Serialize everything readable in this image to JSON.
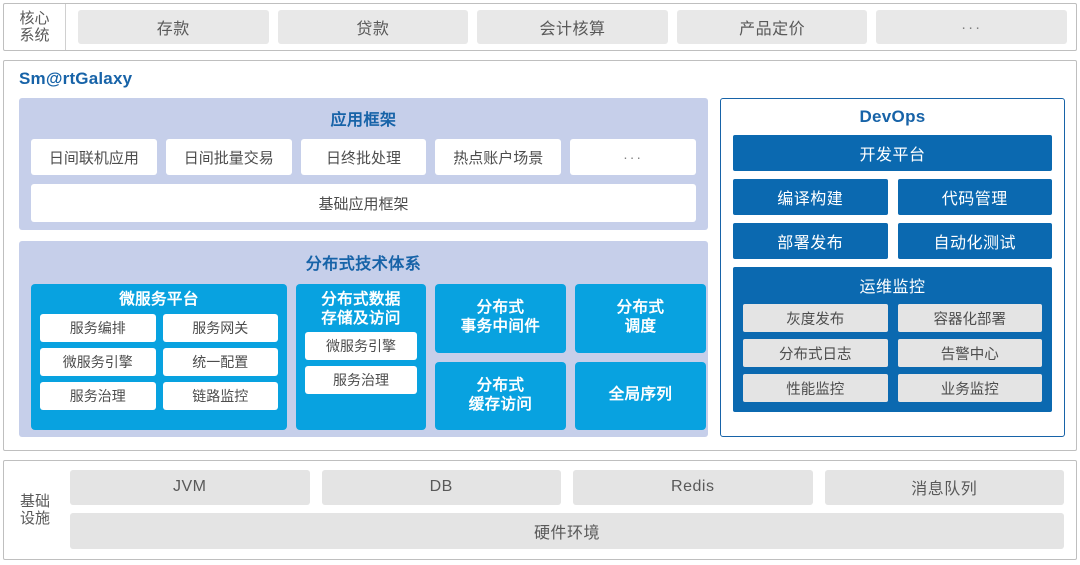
{
  "core_systems": {
    "label": "核心系统",
    "label_line1": "核心",
    "label_line2": "系统",
    "tabs": [
      {
        "label": "存款"
      },
      {
        "label": "贷款"
      },
      {
        "label": "会计核算"
      },
      {
        "label": "产品定价"
      },
      {
        "label": "···"
      }
    ]
  },
  "galaxy": {
    "title": "Sm@rtGalaxy",
    "app_framework": {
      "title": "应用框架",
      "chips": [
        "日间联机应用",
        "日间批量交易",
        "日终批处理",
        "热点账户场景",
        "···"
      ],
      "base": "基础应用框架"
    },
    "dist_tech": {
      "title": "分布式技术体系",
      "microservice_platform": {
        "title": "微服务平台",
        "items": [
          "服务编排",
          "服务网关",
          "微服务引擎",
          "统一配置",
          "服务治理",
          "链路监控"
        ]
      },
      "data_storage": {
        "title": "分布式数据存储及访问",
        "title_line1": "分布式数据",
        "title_line2": "存储及访问",
        "items": [
          "微服务引擎",
          "服务治理"
        ]
      },
      "solo_boxes": [
        {
          "line1": "分布式",
          "line2": "事务中间件"
        },
        {
          "line1": "分布式",
          "line2": "调度"
        },
        {
          "line1": "分布式",
          "line2": "缓存访问"
        },
        {
          "line1": "全局序列",
          "line2": ""
        }
      ]
    }
  },
  "devops": {
    "title": "DevOps",
    "platform": "开发平台",
    "rows": [
      [
        "编译构建",
        "代码管理"
      ],
      [
        "部署发布",
        "自动化测试"
      ]
    ],
    "ops_monitor": {
      "title": "运维监控",
      "rows": [
        [
          "灰度发布",
          "容器化部署"
        ],
        [
          "分布式日志",
          "告警中心"
        ],
        [
          "性能监控",
          "业务监控"
        ]
      ]
    }
  },
  "infrastructure": {
    "label": "基础设施",
    "label_line1": "基础",
    "label_line2": "设施",
    "chips": [
      "JVM",
      "DB",
      "Redis",
      "消息队列"
    ],
    "hardware": "硬件环境"
  },
  "colors": {
    "accent_blue": "#1763a8",
    "devops_blue": "#0b69b0",
    "cyan": "#08a2e0",
    "lavender": "#c6cfea",
    "grey_chip": "#e4e4e4"
  }
}
